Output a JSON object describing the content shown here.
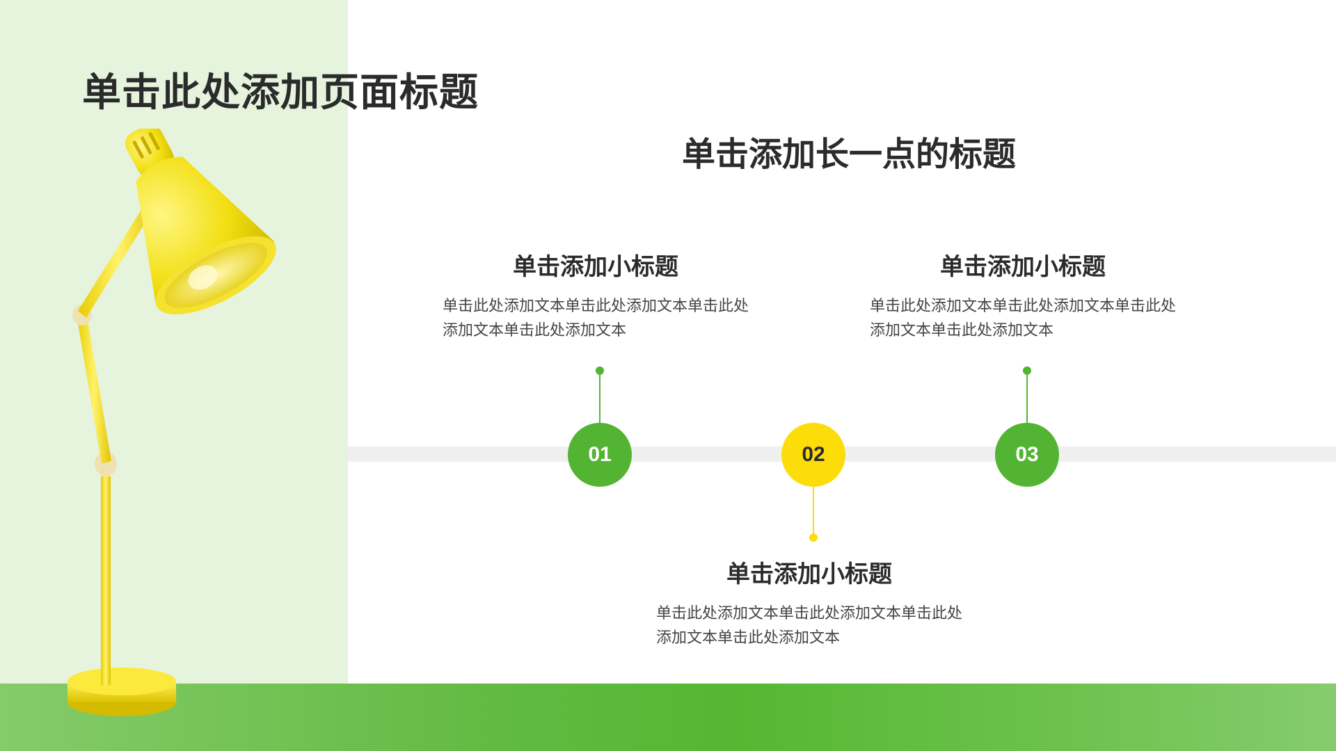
{
  "page": {
    "title": "单击此处添加页面标题",
    "main_title": "单击添加长一点的标题"
  },
  "timeline": {
    "items": [
      {
        "number": "01",
        "title": "单击添加小标题",
        "text": "单击此处添加文本单击此处添加文本单击此处添加文本单击此处添加文本",
        "color": "#52b432",
        "position": "above"
      },
      {
        "number": "02",
        "title": "单击添加小标题",
        "text": "单击此处添加文本单击此处添加文本单击此处添加文本单击此处添加文本",
        "color": "#fcdd0a",
        "position": "below"
      },
      {
        "number": "03",
        "title": "单击添加小标题",
        "text": "单击此处添加文本单击此处添加文本单击此处添加文本单击此处添加文本",
        "color": "#52b432",
        "position": "above"
      }
    ]
  },
  "colors": {
    "accent_green": "#52b432",
    "accent_yellow": "#fcdd0a",
    "panel_light_green": "#e6f4de",
    "text_dark": "#2b2b2b"
  },
  "images": {
    "lamp": "yellow-desk-lamp"
  }
}
